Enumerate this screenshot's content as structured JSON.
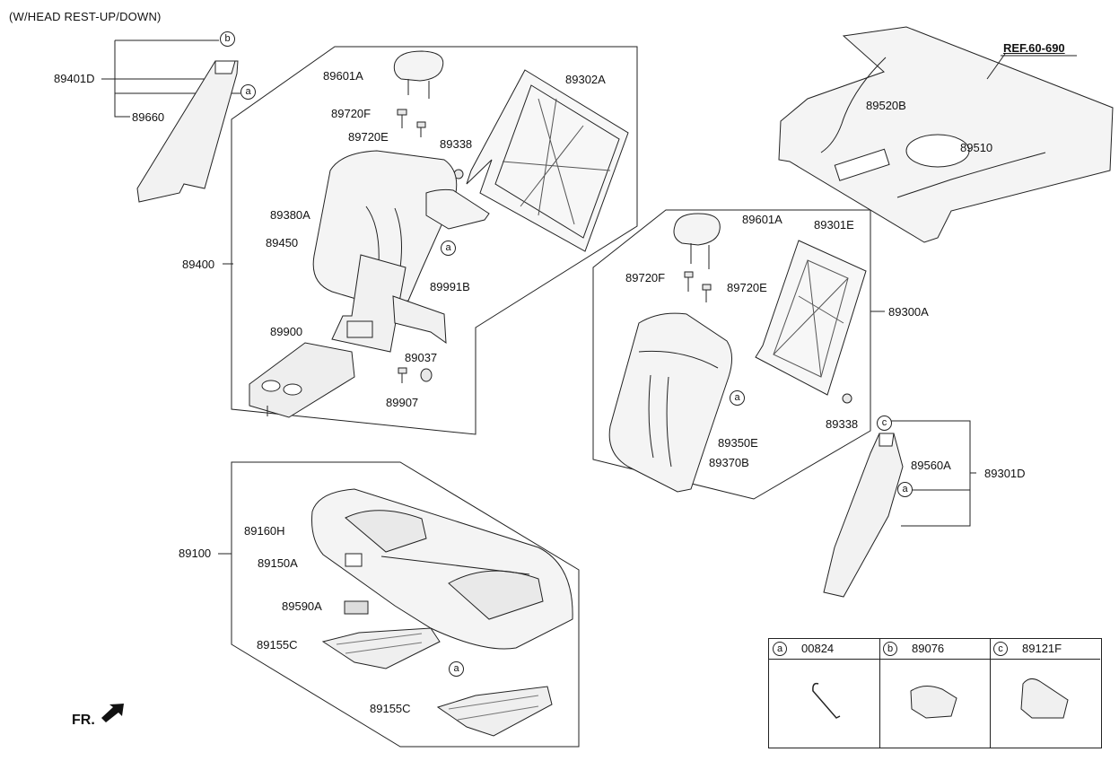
{
  "header": {
    "note": "(W/HEAD REST-UP/DOWN)"
  },
  "reference": {
    "label": "REF.60-690"
  },
  "front_marker": {
    "label": "FR."
  },
  "labels": {
    "p89401D": "89401D",
    "p89660": "89660",
    "p89601A_1": "89601A",
    "p89302A": "89302A",
    "p89720F_1": "89720F",
    "p89720E_1": "89720E",
    "p89338_1": "89338",
    "p89380A": "89380A",
    "p89450": "89450",
    "p89400": "89400",
    "p89991B": "89991B",
    "p89900": "89900",
    "p89037": "89037",
    "p89907": "89907",
    "p89520B": "89520B",
    "p89510": "89510",
    "p89601A_2": "89601A",
    "p89301E": "89301E",
    "p89720F_2": "89720F",
    "p89720E_2": "89720E",
    "p89300A": "89300A",
    "p89338_2": "89338",
    "p89350E": "89350E",
    "p89370B": "89370B",
    "p89560A": "89560A",
    "p89301D": "89301D",
    "p89100": "89100",
    "p89160H": "89160H",
    "p89150A": "89150A",
    "p89590A": "89590A",
    "p89155C_1": "89155C",
    "p89155C_2": "89155C"
  },
  "callouts": {
    "a": "a",
    "b": "b",
    "c": "c"
  },
  "legend_table": {
    "columns": [
      {
        "letter": "a",
        "code": "00824"
      },
      {
        "letter": "b",
        "code": "89076"
      },
      {
        "letter": "c",
        "code": "89121F"
      }
    ]
  }
}
